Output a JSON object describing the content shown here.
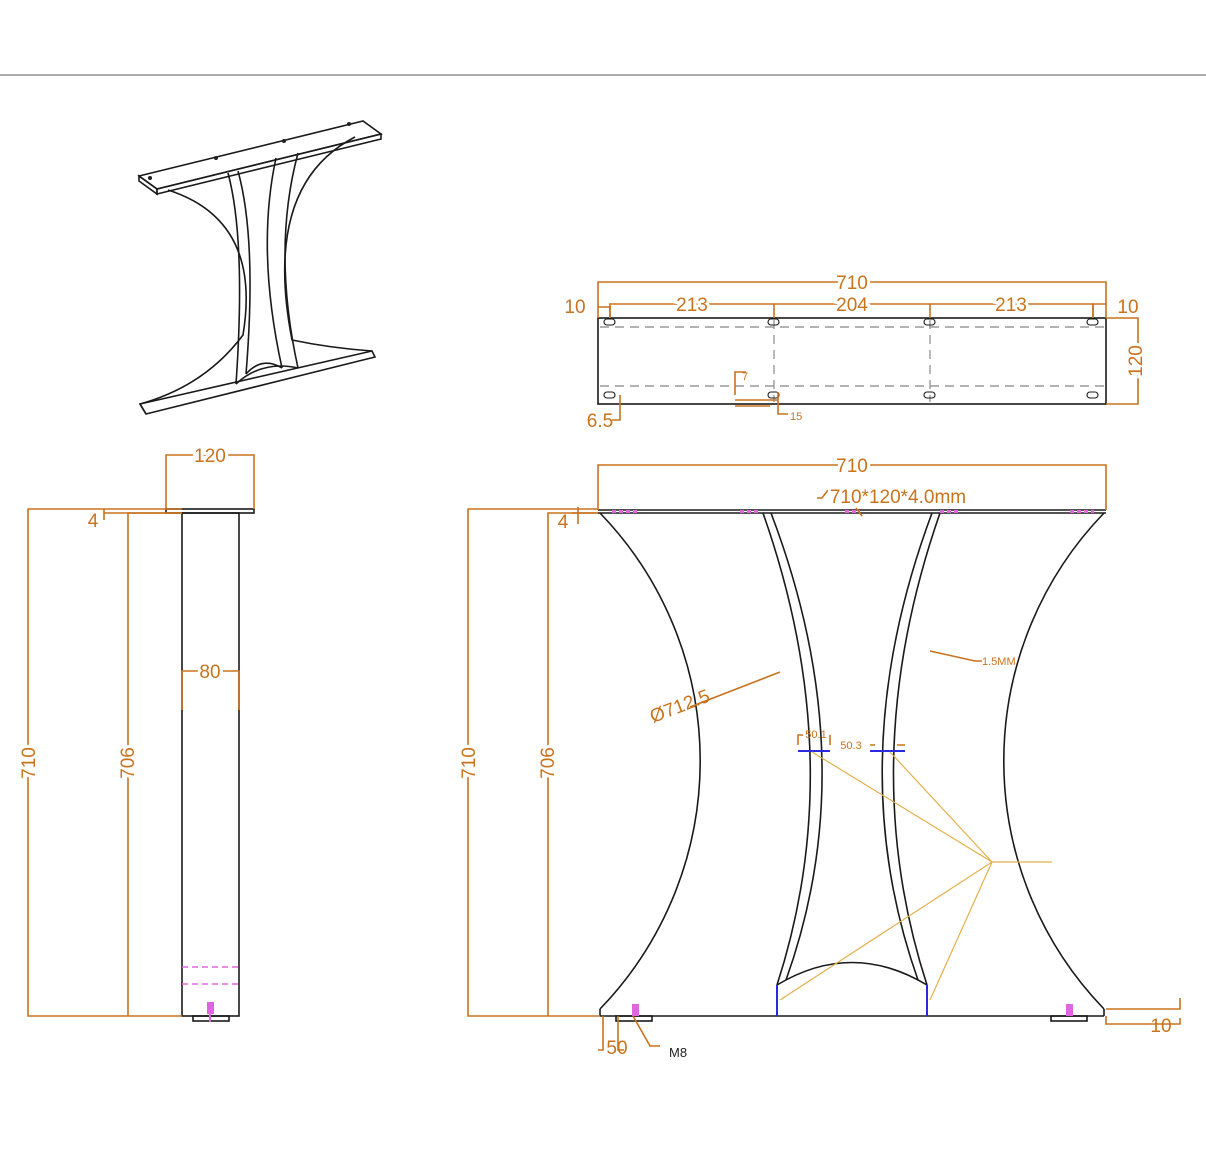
{
  "colors": {
    "dimension": "#c8731e",
    "outline": "#1a1a1a",
    "hidden": "#9a9a9a",
    "section": "#2a2ae0",
    "marker": "#e066e0",
    "leader": "#e3b04c"
  },
  "plate_view": {
    "overall_width": "710",
    "left_edge": "10",
    "span_left": "213",
    "span_middle": "204",
    "span_right": "213",
    "right_edge": "10",
    "depth": "120",
    "slot_offset": "7",
    "slot_length": "15",
    "hole_offset": "6.5"
  },
  "side_view": {
    "plate_depth": "120",
    "plate_thickness": "4",
    "leg_width": "80",
    "total_height": "710",
    "leg_height": "706"
  },
  "front_view": {
    "overall_width": "710",
    "plate_spec": "710*120*4.0mm",
    "plate_thickness": "4",
    "total_height": "710",
    "leg_height": "706",
    "arc_diameter": "Ø712.5",
    "sheet_thickness": "1.5MM",
    "waist_left": "50.1",
    "waist_right": "50.3",
    "foot_offset": "50",
    "foot_thread": "M8",
    "foot_height": "10"
  }
}
